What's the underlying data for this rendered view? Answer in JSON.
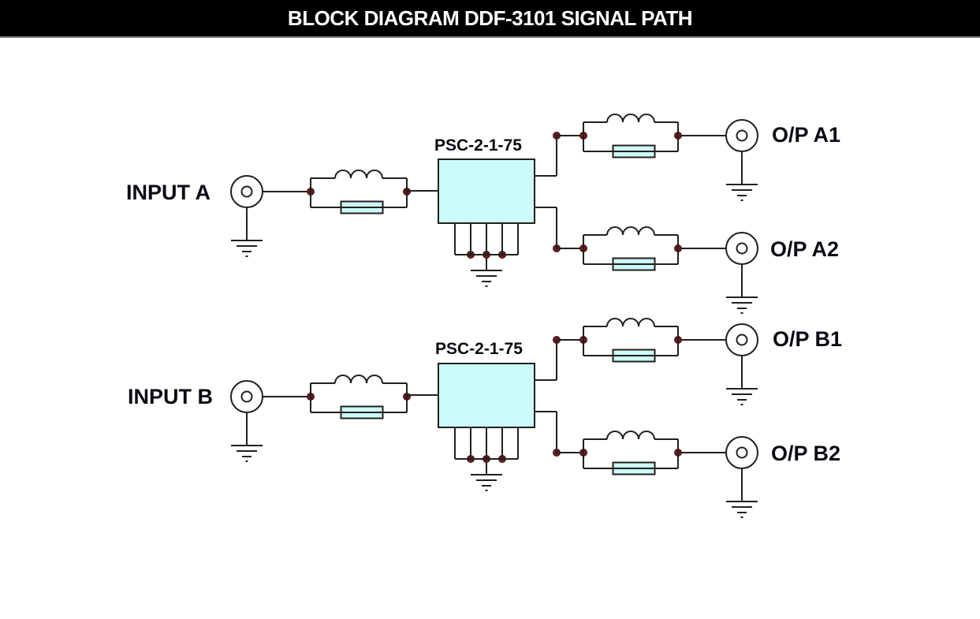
{
  "title": "BLOCK DIAGRAM DDF-3101 SIGNAL PATH",
  "colors": {
    "title_bg": "#000000",
    "title_text": "#ffffff",
    "wire": "#231f1c",
    "junction": "#6b1a1e",
    "component_fill": "#ccfbfb",
    "connector_fill": "#ffffff"
  },
  "channels": [
    {
      "input_label": "INPUT A",
      "splitter_label": "PSC-2-1-75",
      "outputs": [
        {
          "label": "O/P A1"
        },
        {
          "label": "O/P A2"
        }
      ]
    },
    {
      "input_label": "INPUT B",
      "splitter_label": "PSC-2-1-75",
      "outputs": [
        {
          "label": "O/P B1"
        },
        {
          "label": "O/P B2"
        }
      ]
    }
  ],
  "component_types": {
    "connector": "coax-connector",
    "filter": "inductor-parallel-resistor",
    "splitter": "two-way-power-splitter",
    "ground": "ground-symbol",
    "junction": "junction-dot"
  }
}
